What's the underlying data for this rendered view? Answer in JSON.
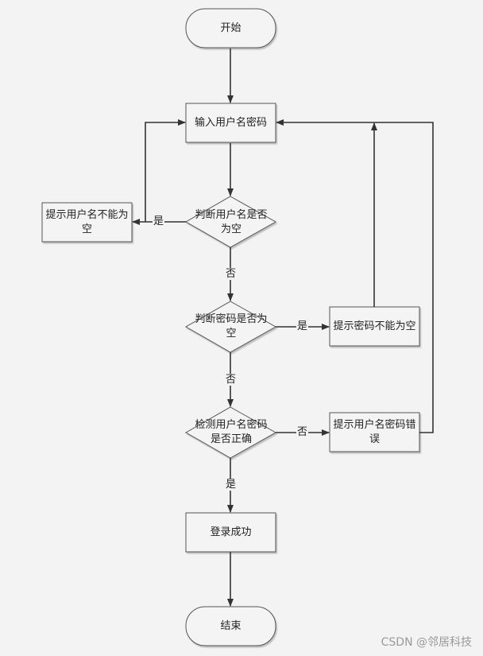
{
  "nodes": {
    "start": "开始",
    "input": "输入用户名密码",
    "check_user": "判断用户名是否为空",
    "msg_user": "提示用户名不能为空",
    "check_pwd": "判断密码是否为空",
    "msg_pwd": "提示密码不能为空",
    "verify": "检测用户名密码是否正确",
    "msg_err": "提示用户名密码错误",
    "success": "登录成功",
    "end": "结束"
  },
  "edges": {
    "yes1": "是",
    "no1": "否",
    "yes2": "是",
    "no2": "否",
    "no3": "否",
    "yes3": "是"
  },
  "watermark": "CSDN @邻居科技"
}
